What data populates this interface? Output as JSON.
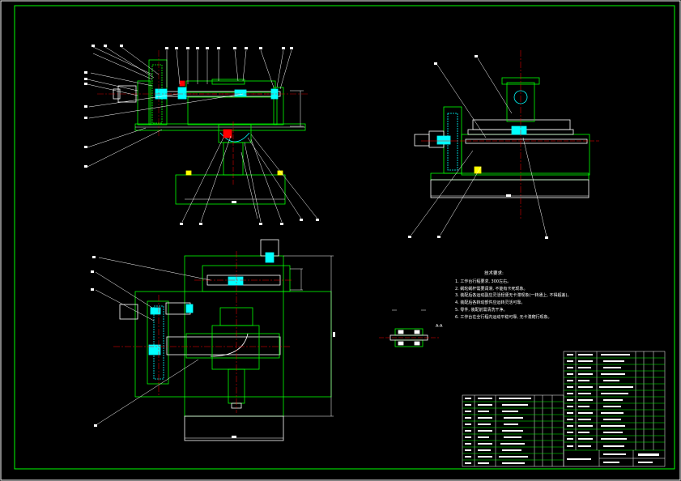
{
  "technical_notes": {
    "title": "技术要求:",
    "lines": [
      "1. 工作台行程要求, 300左右。",
      "2. 蜗轮蜗杆需要润滑, 不能有卡死现象。",
      "3. 装配后各运动副应灵活轻便无卡滞现象(一转通上, 不得超差)。",
      "4. 装配后各转动部件应运转灵活可靠。",
      "5. 零件, 装配前需清洗干净。",
      "6. 工作台在全行程内运动平稳可靠, 无卡滞爬行现象。"
    ]
  },
  "section_label": "A-A",
  "colors": {
    "background": "#000000",
    "outline": "#00ff00",
    "lines": "#ffffff",
    "centerline": "#ff0000",
    "dimension": "#ffffff",
    "accent": "#ffff00",
    "parts": "#00ffff"
  }
}
